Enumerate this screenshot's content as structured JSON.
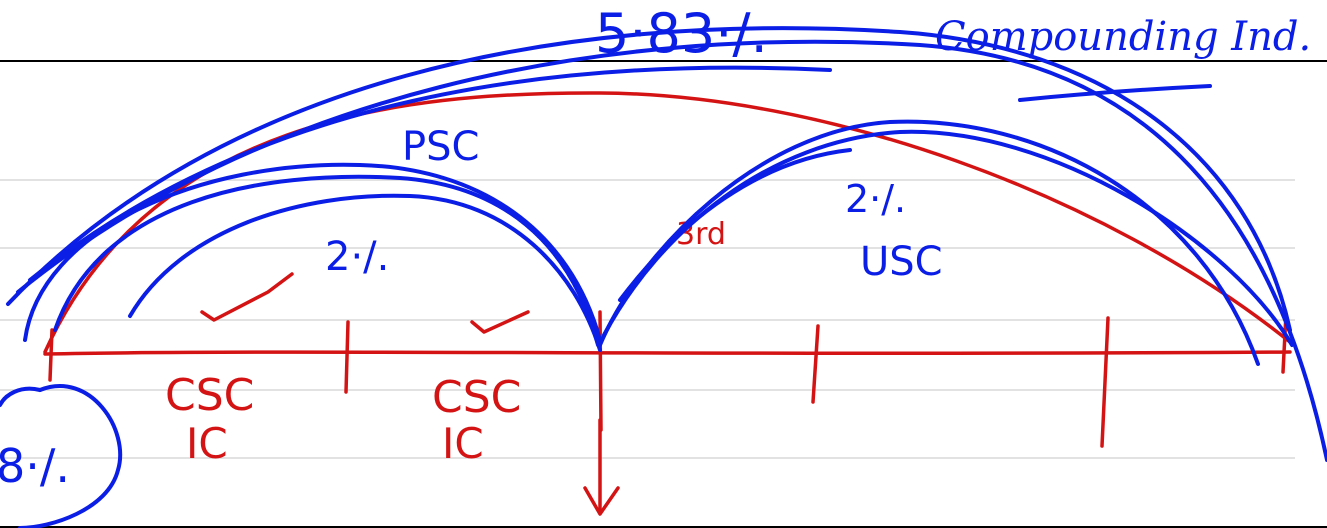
{
  "canvas": {
    "background_color": "#ffffff",
    "rule_color": "#d9d9d9",
    "border_color": "#000000"
  },
  "ink": {
    "red": "#d41414",
    "blue": "#0a1ee6"
  },
  "handwriting": {
    "top_percent": "5·83·/.",
    "top_right_words": "Compounding Ind.",
    "psc": "PSC",
    "left_two_percent": "2·/.",
    "third": "3rd",
    "right_two_percent": "2·/.",
    "usc": "USC",
    "csc_left": "CSC",
    "ic_left": "IC",
    "csc_mid": "CSC",
    "ic_mid": "IC",
    "eight_percent": "8·/."
  }
}
